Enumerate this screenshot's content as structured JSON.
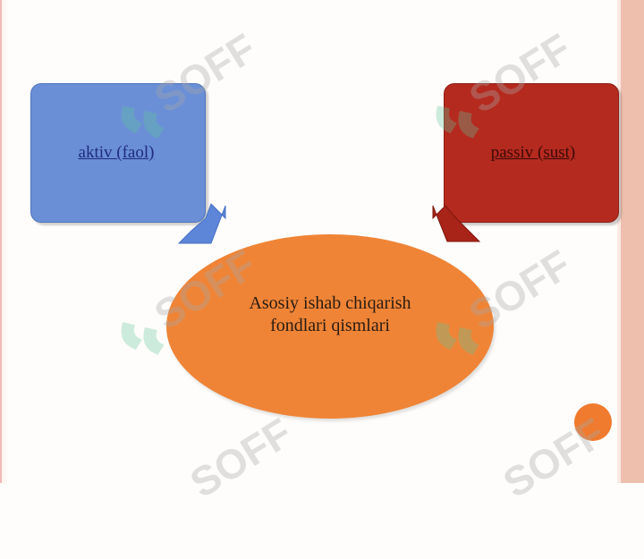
{
  "slide": {
    "active_label": "aktiv (faol)",
    "passive_label": "passiv (sust)",
    "center_line1": "Asosiy ishab chiqarish",
    "center_line2": "fondlari qismlari"
  },
  "watermark": {
    "text": "SOFF"
  },
  "colors": {
    "active_box": "#6a8fd6",
    "passive_box": "#b52a1f",
    "center_ellipse": "#ef8436",
    "accent_dot": "#f07a2e",
    "frame": "#efbfae"
  }
}
